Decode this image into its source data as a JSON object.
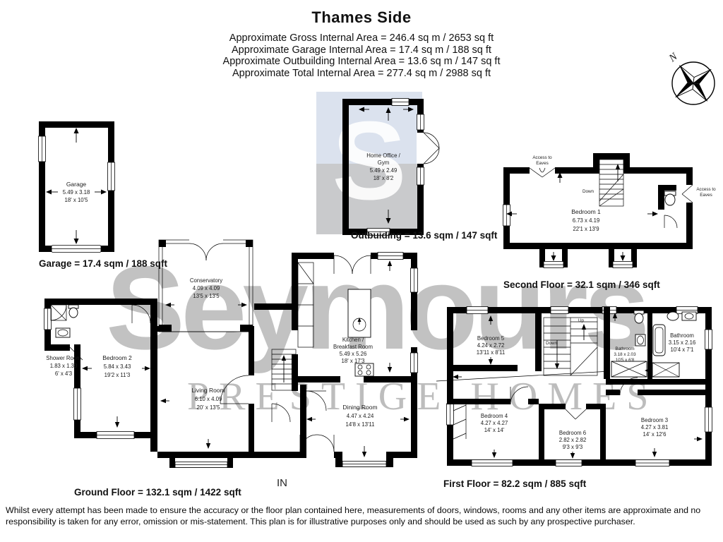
{
  "header": {
    "title": "Thames Side",
    "area_lines": [
      "Approximate Gross Internal Area = 246.4 sq m / 2653 sq ft",
      "Approximate Garage Internal Area = 17.4 sq m / 188 sq ft",
      "Approximate Outbuilding Internal Area = 13.6 sq m / 147 sq ft",
      "Approximate Total Internal Area = 277.4 sq m / 2988 sq ft"
    ]
  },
  "compass": {
    "north_label": "N"
  },
  "watermark": {
    "brand": "Seymours",
    "tagline": "PRESTIGE HOMES",
    "monogram": "S"
  },
  "colors": {
    "wall": "#000000",
    "watermark_gray": "#c2c2c2",
    "outbuilding_block_top": "#dbe2ee",
    "outbuilding_block_bottom": "#c9cacc"
  },
  "plans": {
    "garage": {
      "caption": "Garage = 17.4 sqm / 188 sqft",
      "room": {
        "name": "Garage",
        "metric": "5.49 x 3.18",
        "imperial": "18' x 10'5"
      }
    },
    "outbuilding": {
      "caption": "Outbuiding = 13.6 sqm / 147 sqft",
      "room": {
        "name_line1": "Home Office /",
        "name_line2": "Gym",
        "metric": "5.49 x 2.49",
        "imperial": "18' x 8'2"
      }
    },
    "second_floor": {
      "caption": "Second Floor = 32.1 sqm / 346 sqft",
      "room": {
        "name": "Bedroom 1",
        "metric": "6.73 x 4.19",
        "imperial": "22'1 x 13'9"
      },
      "eaves_line1": "Access to",
      "eaves_line2": "Eaves",
      "stairs_down": "Down"
    },
    "ground_floor": {
      "caption": "Ground Floor = 132.1 sqm / 1422 sqft",
      "entrance_label": "IN",
      "rooms": {
        "shower": {
          "name": "Shower Room",
          "metric": "1.83 x 1.30",
          "imperial": "6' x 4'3"
        },
        "bedroom2": {
          "name": "Bedroom 2",
          "metric": "5.84 x 3.43",
          "imperial": "19'2 x 11'3"
        },
        "conservatory": {
          "name": "Conservatory",
          "metric": "4.09 x 4.09",
          "imperial": "13'5 x 13'5"
        },
        "living": {
          "name": "Living Room",
          "metric": "6.10 x 4.09",
          "imperial": "20' x 13'5"
        },
        "kitchen": {
          "name_line1": "Kitchen /",
          "name_line2": "Breakfast Room",
          "metric": "5.49 x 5.26",
          "imperial": "18' x 17'3"
        },
        "dining": {
          "name": "Dining Room",
          "metric": "4.47 x 4.24",
          "imperial": "14'8 x 13'11"
        }
      }
    },
    "first_floor": {
      "caption": "First Floor = 82.2 sqm / 885 sqft",
      "stairs_up": "Up",
      "stairs_down": "Down",
      "rooms": {
        "bedroom5": {
          "name": "Bedroom 5",
          "metric": "4.24 x 2.72",
          "imperial": "13'11 x 8'11"
        },
        "bathroom1": {
          "name": "Bathroom",
          "metric": "3.18 x 2.03",
          "imperial": "10'5 x 6'8"
        },
        "bathroom2": {
          "name": "Bathroom",
          "metric": "3.15 x 2.16",
          "imperial": "10'4 x 7'1"
        },
        "bedroom4": {
          "name": "Bedroom 4",
          "metric": "4.27 x 4.27",
          "imperial": "14' x 14'"
        },
        "bedroom6": {
          "name": "Bedroom 6",
          "metric": "2.82 x 2.82",
          "imperial": "9'3 x 9'3"
        },
        "bedroom3": {
          "name": "Bedroom 3",
          "metric": "4.27 x 3.81",
          "imperial": "14' x 12'6"
        }
      }
    }
  },
  "footer": {
    "disclaimer": "Whilst every attempt has been made to ensure the accuracy or the floor plan contained here, measurements of doors, windows, rooms and any other items are approximate and no responsibility is taken for any error, omission or mis-statement. This plan is for illustrative purposes only and should be used as such by any prospective purchaser."
  }
}
